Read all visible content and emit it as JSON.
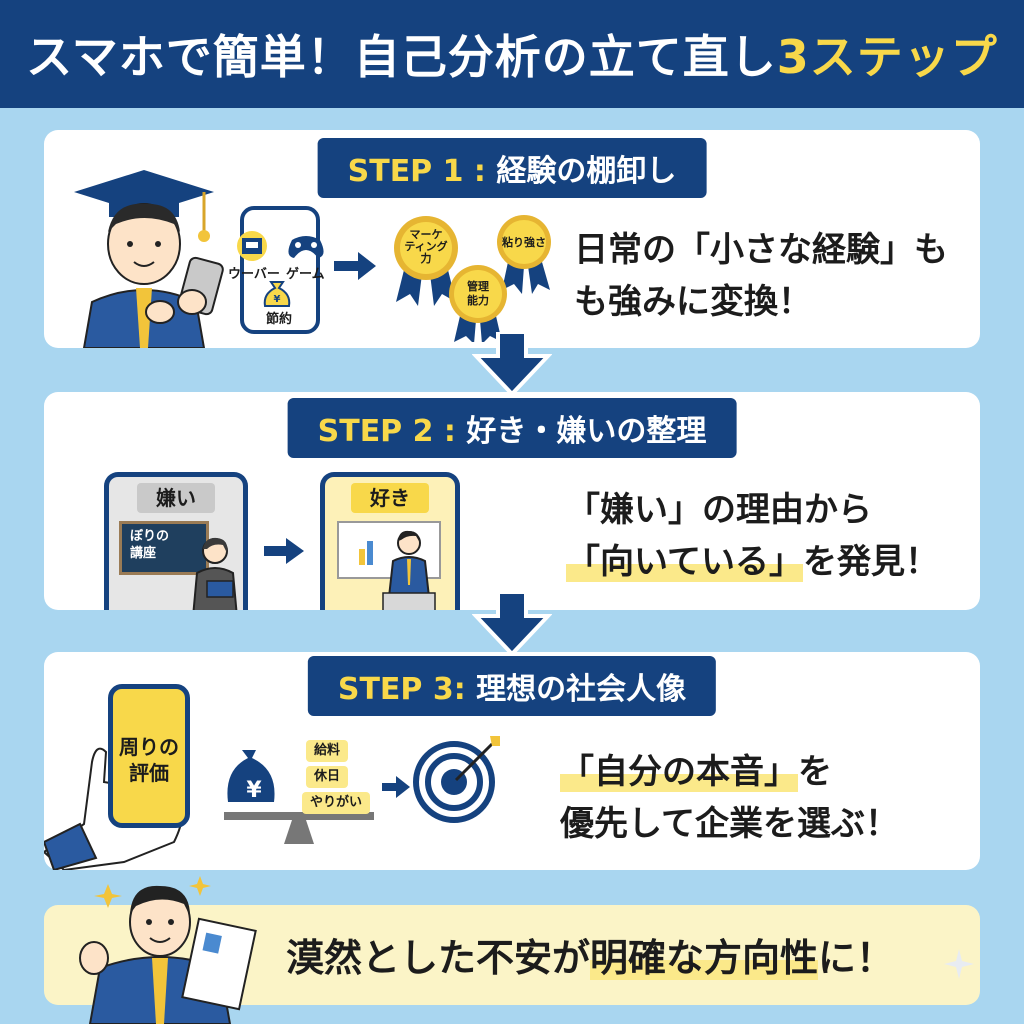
{
  "title": {
    "main": "スマホで簡単！自己分析の立て直し",
    "accent": "3ステップ"
  },
  "steps": [
    {
      "label_num": "STEP 1",
      "label_sep": " : ",
      "label_text": "経験の棚卸し",
      "icons": {
        "uber": "ウーバー",
        "game": "ゲーム",
        "saving": "節約"
      },
      "medals": {
        "marketing": [
          "マーケ",
          "ティング",
          "力"
        ],
        "grit": "粘り強さ",
        "management": [
          "管理",
          "能力"
        ]
      },
      "desc_lines": [
        "日常の「小さな経験」も",
        "も強みに変換！"
      ]
    },
    {
      "label_num": "STEP 2",
      "label_sep": " : ",
      "label_text": "好き・嫌いの整理",
      "dislike_tag": "嫌い",
      "like_tag": "好き",
      "board_text": [
        "ぼりの",
        "講座"
      ],
      "desc_line1": "「嫌い」の理由から",
      "desc_line2_hl": "「向いている」",
      "desc_line2_rest": "を発見！"
    },
    {
      "label_num": "STEP 3",
      "label_sep": ": ",
      "label_text": "理想の社会人像",
      "phone_text": [
        "周りの",
        "評価"
      ],
      "chips": [
        "給料",
        "休日",
        "やりがい"
      ],
      "yen": "¥",
      "desc_line1_hl": "「自分の本音」",
      "desc_line1_rest": "を",
      "desc_line2": "優先して企業を選ぶ！"
    }
  ],
  "bottom": {
    "part1": "漠然とした不安が",
    "part2": "明確な方向性",
    "part3": "に！"
  },
  "colors": {
    "navy": "#15427f",
    "yellow": "#f8d84a",
    "sky": "#a9d6f0"
  }
}
